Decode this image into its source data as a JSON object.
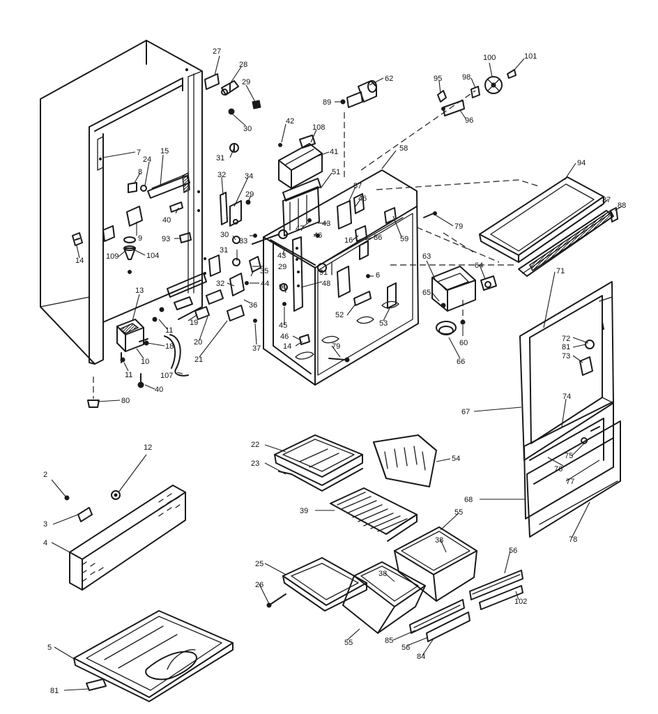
{
  "callouts": [
    {
      "label": "27"
    },
    {
      "label": "28"
    },
    {
      "label": "29"
    },
    {
      "label": "30"
    },
    {
      "label": "62"
    },
    {
      "label": "89"
    },
    {
      "label": "95"
    },
    {
      "label": "98"
    },
    {
      "label": "100"
    },
    {
      "label": "101"
    },
    {
      "label": "96"
    },
    {
      "label": "42"
    },
    {
      "label": "108"
    },
    {
      "label": "41"
    },
    {
      "label": "58"
    },
    {
      "label": "7"
    },
    {
      "label": "15"
    },
    {
      "label": "24"
    },
    {
      "label": "8"
    },
    {
      "label": "31"
    },
    {
      "label": "32"
    },
    {
      "label": "34"
    },
    {
      "label": "29"
    },
    {
      "label": "51"
    },
    {
      "label": "57"
    },
    {
      "label": "46"
    },
    {
      "label": "94"
    },
    {
      "label": "87"
    },
    {
      "label": "88"
    },
    {
      "label": "40"
    },
    {
      "label": "9"
    },
    {
      "label": "14"
    },
    {
      "label": "93"
    },
    {
      "label": "30"
    },
    {
      "label": "33"
    },
    {
      "label": "47"
    },
    {
      "label": "43"
    },
    {
      "label": "46"
    },
    {
      "label": "16"
    },
    {
      "label": "86"
    },
    {
      "label": "59"
    },
    {
      "label": "79"
    },
    {
      "label": "63"
    },
    {
      "label": "109"
    },
    {
      "label": "104"
    },
    {
      "label": "31"
    },
    {
      "label": "43"
    },
    {
      "label": "29"
    },
    {
      "label": "35"
    },
    {
      "label": "91"
    },
    {
      "label": "6"
    },
    {
      "label": "64"
    },
    {
      "label": "71"
    },
    {
      "label": "32"
    },
    {
      "label": "44"
    },
    {
      "label": "48"
    },
    {
      "label": "65"
    },
    {
      "label": "13"
    },
    {
      "label": "90"
    },
    {
      "label": "36"
    },
    {
      "label": "52"
    },
    {
      "label": "53"
    },
    {
      "label": "11"
    },
    {
      "label": "19"
    },
    {
      "label": "45"
    },
    {
      "label": "72"
    },
    {
      "label": "81"
    },
    {
      "label": "73"
    },
    {
      "label": "46"
    },
    {
      "label": "18"
    },
    {
      "label": "20"
    },
    {
      "label": "37"
    },
    {
      "label": "14"
    },
    {
      "label": "60"
    },
    {
      "label": "79"
    },
    {
      "label": "10"
    },
    {
      "label": "21"
    },
    {
      "label": "66"
    },
    {
      "label": "11"
    },
    {
      "label": "107"
    },
    {
      "label": "40"
    },
    {
      "label": "67"
    },
    {
      "label": "74"
    },
    {
      "label": "80"
    },
    {
      "label": "22"
    },
    {
      "label": "54"
    },
    {
      "label": "12"
    },
    {
      "label": "23"
    },
    {
      "label": "75"
    },
    {
      "label": "76"
    },
    {
      "label": "77"
    },
    {
      "label": "2"
    },
    {
      "label": "3"
    },
    {
      "label": "39"
    },
    {
      "label": "68"
    },
    {
      "label": "4"
    },
    {
      "label": "55"
    },
    {
      "label": "78"
    },
    {
      "label": "38"
    },
    {
      "label": "25"
    },
    {
      "label": "56"
    },
    {
      "label": "38"
    },
    {
      "label": "26"
    },
    {
      "label": "102"
    },
    {
      "label": "55"
    },
    {
      "label": "85"
    },
    {
      "label": "56"
    },
    {
      "label": "84"
    },
    {
      "label": "5"
    },
    {
      "label": "81"
    }
  ]
}
